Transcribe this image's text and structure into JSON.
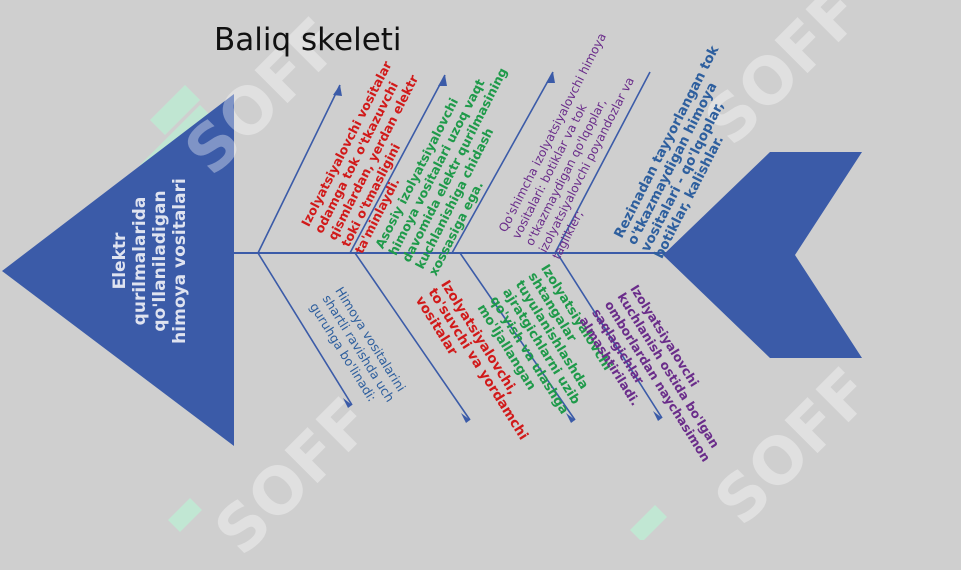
{
  "title": "Baliq skeleti",
  "head": "Elektr qurilmalarida qo'llaniladigan himoya vositalari",
  "watermark": "SOFF",
  "colors": {
    "background": "#cfcfcf",
    "fish_blue": "#3b5ba8",
    "spine": "#3b5ba8",
    "red": "#d11a1a",
    "green": "#1f9a4a",
    "purple": "#6a2c8a",
    "blue": "#2e5f9e"
  },
  "branches_top": [
    {
      "text": "Izolyatsiyalovchi vositalar odamga tok o'tkazuvchi qismlardan, yerdan elektr toki o'tmasligini ta'minlaydi.",
      "color": "red"
    },
    {
      "text": "Asosiy izolyatsiyalovchi himoya vositalari uzoq vaqt davomida elektr qurilmasining kuchlanishiga chidash xossasiga ega.",
      "color": "green"
    },
    {
      "text": "Qo'shimcha izolyatsiyalovchi himoya vositalari: botiklar va tok o'tkazmaydigan qo'lqoplar, izolyatsiyalovchi poyandozlar va taglikler;",
      "color": "purple"
    },
    {
      "text": "Rezinadan tayyorlangan tok o'tkazmaydigan himoya vositalari - qo'lqoplar, botiklar, kalishlar.",
      "color": "blue"
    }
  ],
  "branches_bottom": [
    {
      "text": "Himoya vositalarini shartli ravishda uch guruhga bo'linadi:",
      "color": "blue"
    },
    {
      "text": "Izolyatsiyalovchi, to'suvchi va yordamchi vositalar",
      "color": "red"
    },
    {
      "text": "Izolyatsiyalovchi shtangalar tuyulanishlashda ajratgichlarni uzib qo'yish va ulashga mo'ljallangan",
      "color": "green"
    },
    {
      "text": "Izolyatsiyalovchi kuchlanish ostida bo'lgan omborlardan naychasimon saqlagichlar almashtiriladi.",
      "color": "purple"
    }
  ]
}
